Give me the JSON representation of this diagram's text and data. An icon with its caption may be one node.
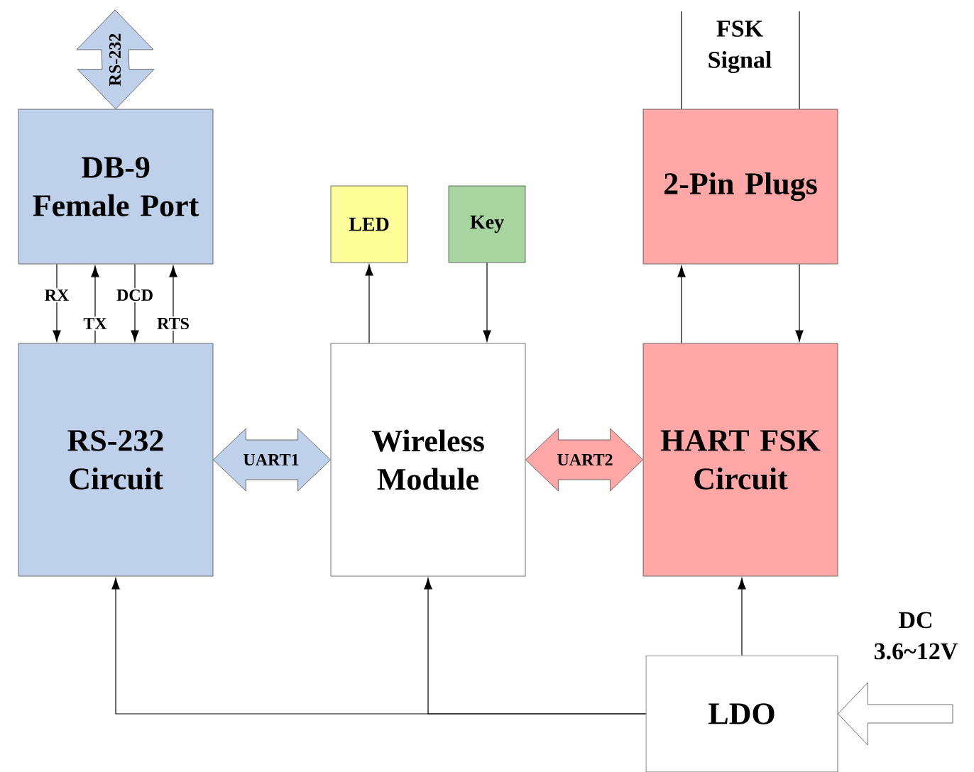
{
  "diagram": {
    "nodes": [
      {
        "text": [
          "DB-9 Female Port"
        ]
      },
      {
        "text": [
          "RS-232 Circuit"
        ]
      },
      {
        "text": [
          "LED"
        ]
      },
      {
        "text": [
          "Key"
        ]
      },
      {
        "text": [
          "Wireless Module"
        ]
      },
      {
        "text": [
          "2-Pin Plugs"
        ]
      },
      {
        "text": [
          "HART FSK Circuit"
        ]
      },
      {
        "text": [
          "LDO"
        ]
      }
    ],
    "edges": [
      {
        "from": null,
        "to": 0,
        "arrow": "both",
        "label": "RS-232",
        "color": "#bfd1ea"
      },
      {
        "from": 0,
        "to": 1,
        "arrow": "to",
        "label": "RX"
      },
      {
        "from": 1,
        "to": 0,
        "arrow": "to",
        "label": "TX"
      },
      {
        "from": 0,
        "to": 1,
        "arrow": "to",
        "label": "DCD"
      },
      {
        "from": 1,
        "to": 0,
        "arrow": "to",
        "label": "RTS"
      },
      {
        "from": 1,
        "to": 4,
        "arrow": "both",
        "label": "UART1",
        "color": "#bfd1ea"
      },
      {
        "from": 4,
        "to": 6,
        "arrow": "both",
        "label": "UART2",
        "color": "#ffa7a7"
      },
      {
        "from": 4,
        "to": 2,
        "arrow": "to"
      },
      {
        "from": 3,
        "to": 4,
        "arrow": "to"
      },
      {
        "from": 6,
        "to": 5,
        "arrow": "to"
      },
      {
        "from": 5,
        "to": 6,
        "arrow": "to"
      },
      {
        "from": 5,
        "to": null,
        "arrow": "none"
      },
      {
        "from": 5,
        "to": null,
        "arrow": "none"
      },
      {
        "from": 7,
        "to": 1,
        "arrow": "to"
      },
      {
        "from": 7,
        "to": 4,
        "arrow": "to"
      },
      {
        "from": 7,
        "to": 6,
        "arrow": "to"
      },
      {
        "from": null,
        "to": 7,
        "arrow": "to",
        "label": "DC 3.6~12V"
      }
    ],
    "labels": [
      "FSK Signal"
    ]
  }
}
